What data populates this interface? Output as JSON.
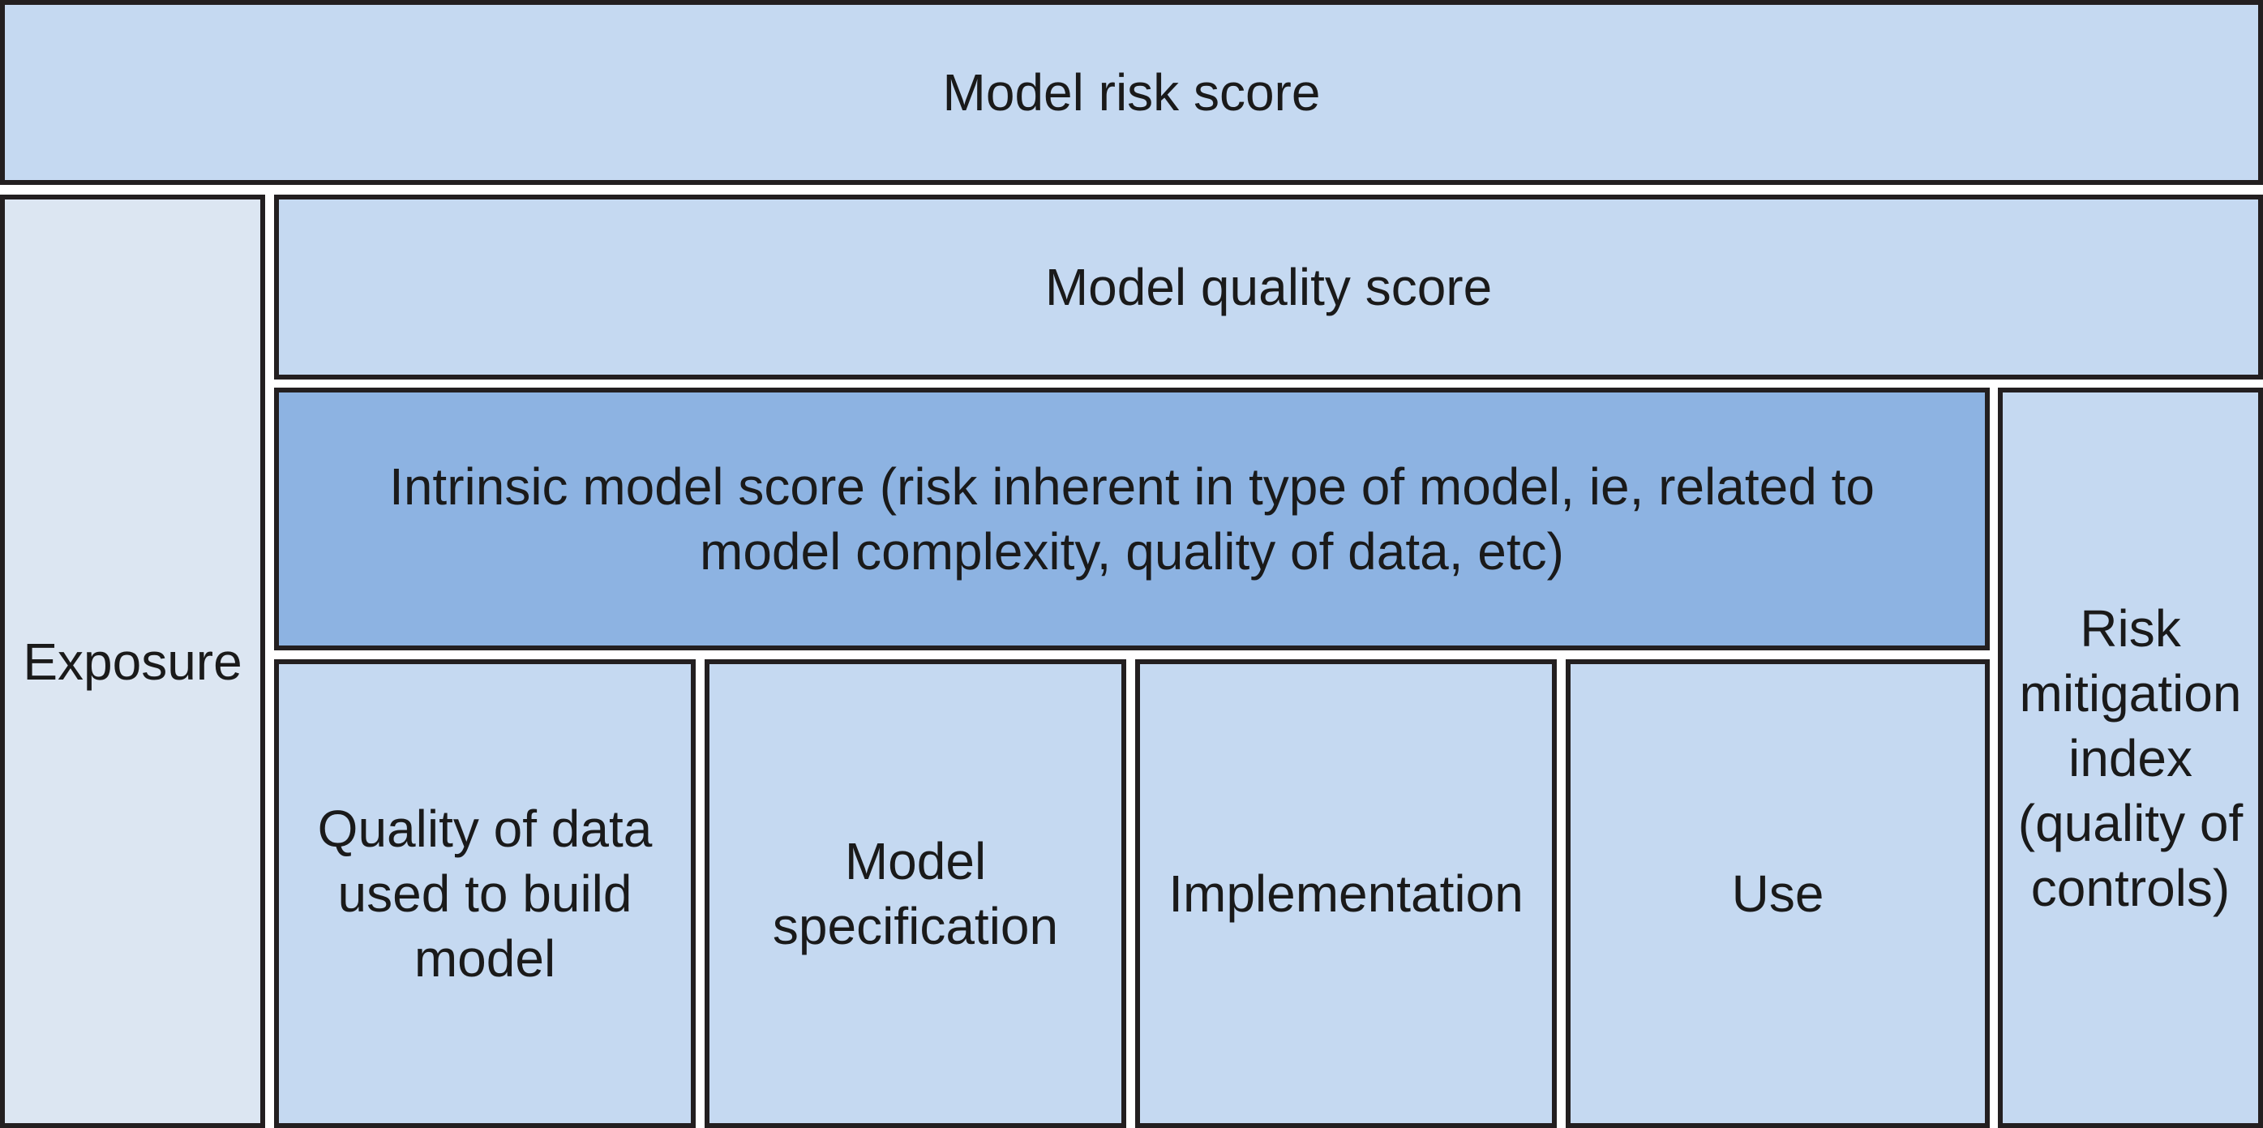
{
  "diagram": {
    "risk_score": "Model risk score",
    "exposure": "Exposure",
    "quality_score": "Model quality score",
    "intrinsic_line1": "Intrinsic model score (risk inherent in type of model, ie, related to",
    "intrinsic_line2": "model complexity, quality of data, etc)",
    "mitigation_lines": [
      "Risk",
      "mitigation",
      "index",
      "(quality of",
      "controls)"
    ],
    "data_quality_lines": [
      "Quality of data",
      "used to build",
      "model"
    ],
    "model_spec_lines": [
      "Model",
      "specification"
    ],
    "implementation": "Implementation",
    "use": "Use"
  },
  "colors": {
    "light_box": "#c5d9f1",
    "pale_box": "#dce6f2",
    "mid_box": "#8db3e2",
    "border": "#231f20"
  }
}
